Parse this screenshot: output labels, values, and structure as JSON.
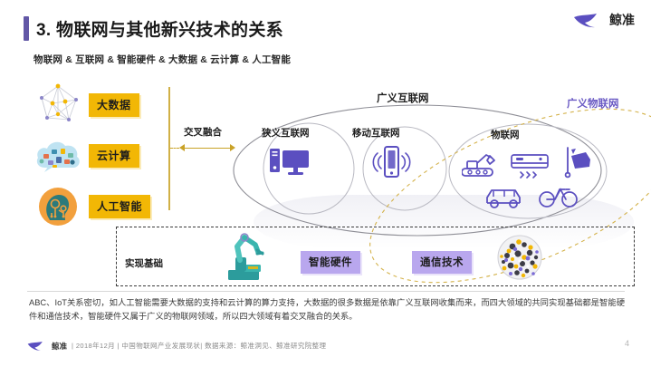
{
  "header": {
    "title": "3. 物联网与其他新兴技术的关系",
    "subtitle": "物联网 & 互联网 & 智能硬件 & 大数据 & 云计算 & 人工智能",
    "logo_text": "鲸准",
    "accent_color": "#6257A6"
  },
  "left_column": {
    "items": [
      {
        "label": "大数据",
        "icon": "network-graph-icon"
      },
      {
        "label": "云计算",
        "icon": "cloud-computing-icon"
      },
      {
        "label": "人工智能",
        "icon": "ai-brain-icon"
      }
    ],
    "chip_color": "#F2B705"
  },
  "connector": {
    "label": "交叉融合",
    "arrow": "double-headed-arrow",
    "color": "#C9A227"
  },
  "diagram": {
    "outer_label": "广义互联网",
    "dashed_label": "广义物联网",
    "dashed_color": "#C9A227",
    "sub_circles": [
      {
        "label": "狭义互联网",
        "icons": [
          "desktop-computer-icon"
        ]
      },
      {
        "label": "移动互联网",
        "icons": [
          "smartphone-signal-icon"
        ]
      },
      {
        "label": "物联网",
        "icons": [
          "excavator-icon",
          "air-conditioner-icon",
          "security-camera-icon",
          "car-icon",
          "bicycle-icon"
        ]
      }
    ],
    "icon_color": "#5B4FC0"
  },
  "base": {
    "label": "实现基础",
    "chips": [
      {
        "label": "智能硬件"
      },
      {
        "label": "通信技术"
      }
    ],
    "icons": [
      "robot-arm-icon",
      "network-sphere-icon"
    ],
    "chip_color": "#B9A7EE"
  },
  "footnote": {
    "paragraph": "ABC、IoT关系密切，如人工智能需要大数据的支持和云计算的算力支持，大数据的很多数据是依靠广义互联网收集而来，而四大领域的共同实现基础都是智能硬件和通信技术，智能硬件又属于广义的物联网领域，所以四大领域有着交叉融合的关系。"
  },
  "footer": {
    "brand": "鲸准",
    "meta": "| 2018年12月 |  中国物联网产业发展现状|  数据来源：鲸准洞见、鲸准研究院整理",
    "page_number": "4"
  }
}
